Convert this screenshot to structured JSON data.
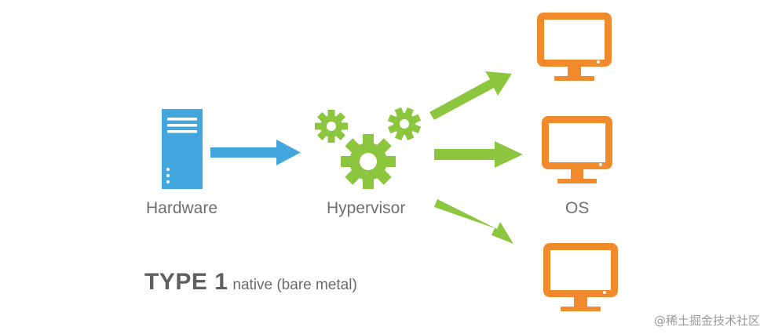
{
  "labels": {
    "hardware": "Hardware",
    "hypervisor": "Hypervisor",
    "os": "OS"
  },
  "title": {
    "type": "TYPE 1",
    "subtitle": "native (bare metal)"
  },
  "watermark": "@稀土掘金技术社区",
  "icons": {
    "hardware": "server-icon",
    "hypervisor": "gears-icon",
    "os": "monitor-icon"
  },
  "colors": {
    "hardware": "#41a7dd",
    "hypervisor": "#8cc63f",
    "os": "#f08a2d",
    "text": "#6f6f6f"
  }
}
